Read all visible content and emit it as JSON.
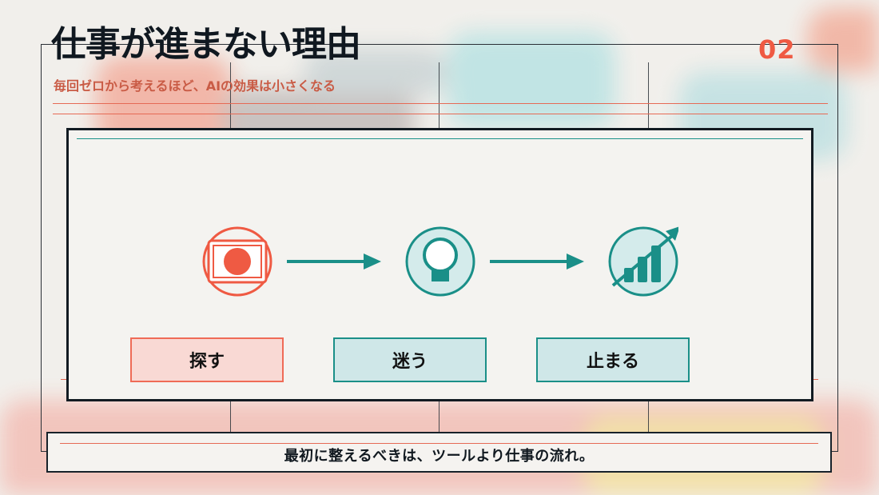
{
  "header": {
    "title": "仕事が進まない理由",
    "subtitle": "毎回ゼロから考えるほど、AIの効果は小さくなる",
    "page_number": "02"
  },
  "steps": [
    {
      "label": "探す",
      "icon": "focus-target-icon"
    },
    {
      "label": "迷う",
      "icon": "lightbulb-icon"
    },
    {
      "label": "止まる",
      "icon": "chart-growth-icon"
    }
  ],
  "footer": {
    "message": "最初に整えるべきは、ツールより仕事の流れ。"
  },
  "colors": {
    "accent_red": "#ef5a43",
    "accent_teal": "#1a8f88",
    "dark": "#101820"
  }
}
